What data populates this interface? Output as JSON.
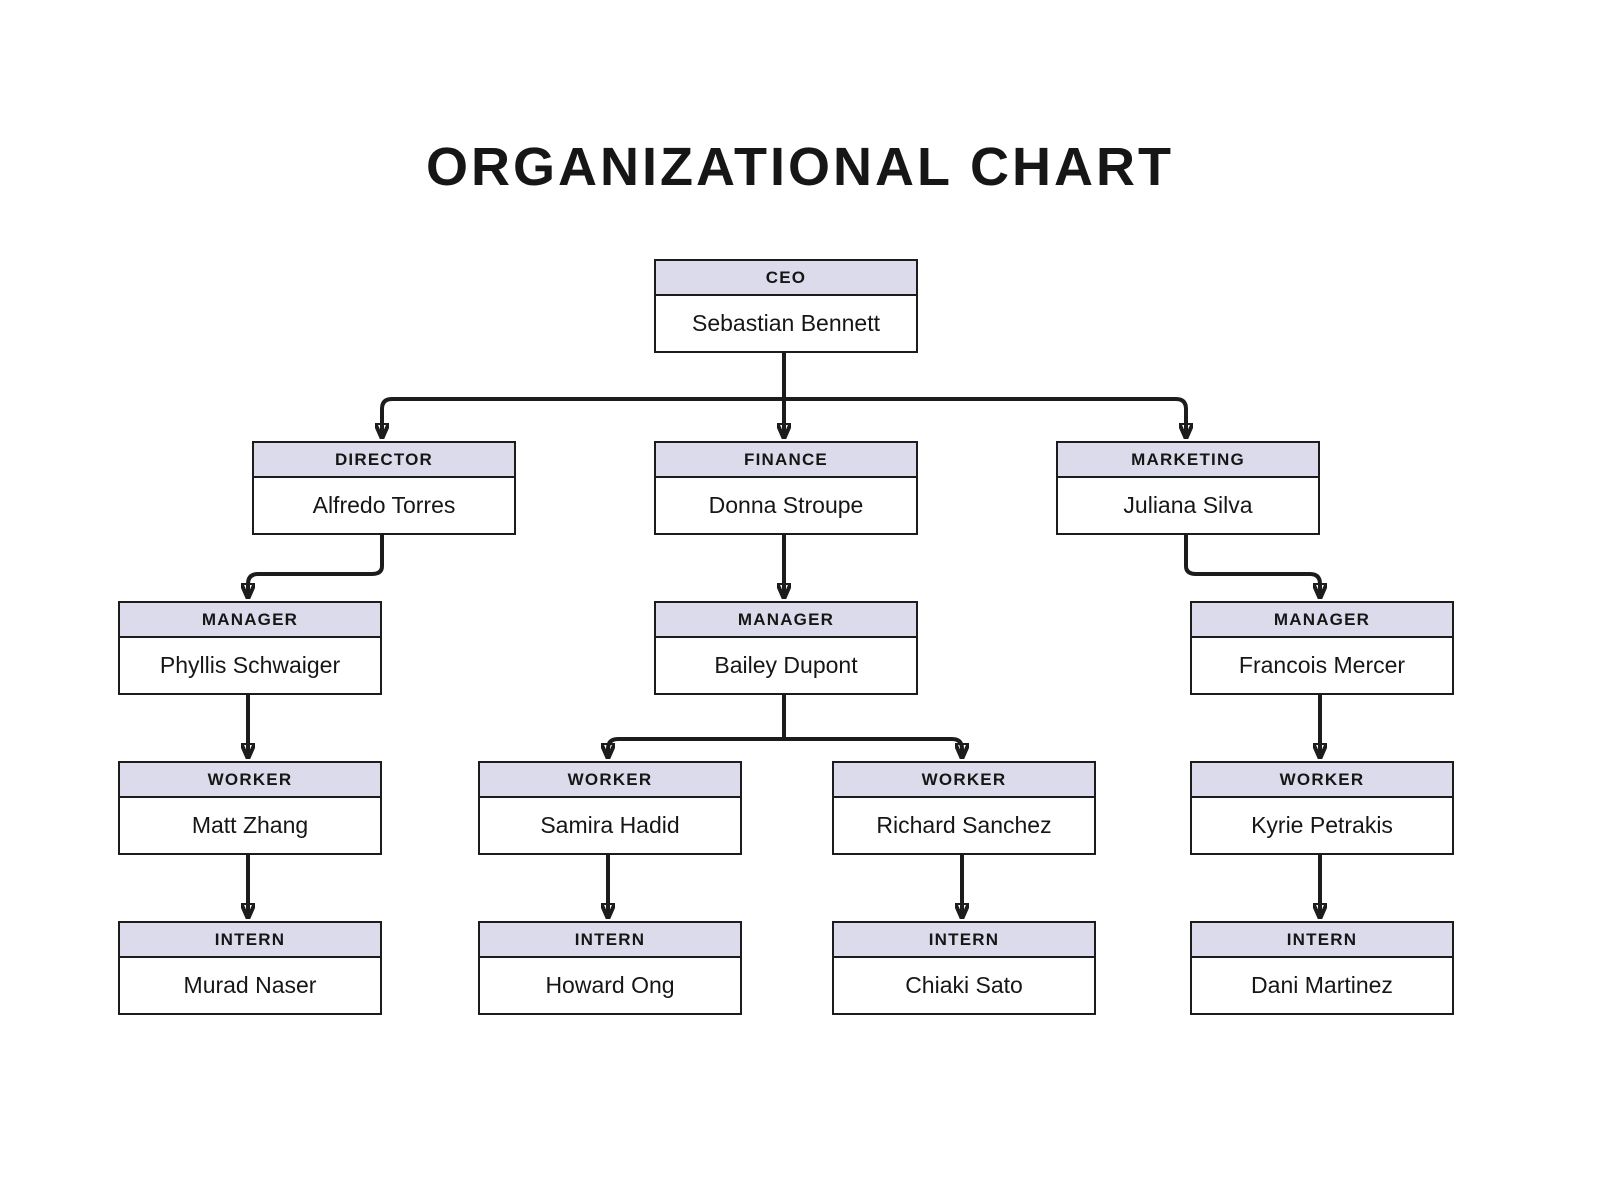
{
  "title": "ORGANIZATIONAL CHART",
  "colors": {
    "background": "#ffffff",
    "header_bg": "#dcdbec",
    "line": "#1c1c1c",
    "ink": "#161616"
  },
  "nodes": {
    "ceo": {
      "role": "CEO",
      "name": "Sebastian Bennett"
    },
    "director": {
      "role": "DIRECTOR",
      "name": "Alfredo Torres"
    },
    "finance": {
      "role": "FINANCE",
      "name": "Donna Stroupe"
    },
    "marketing": {
      "role": "MARKETING",
      "name": "Juliana Silva"
    },
    "manager_director": {
      "role": "MANAGER",
      "name": "Phyllis Schwaiger"
    },
    "manager_finance": {
      "role": "MANAGER",
      "name": "Bailey Dupont"
    },
    "manager_marketing": {
      "role": "MANAGER",
      "name": "Francois Mercer"
    },
    "worker_director": {
      "role": "WORKER",
      "name": "Matt Zhang"
    },
    "worker_finance_1": {
      "role": "WORKER",
      "name": "Samira Hadid"
    },
    "worker_finance_2": {
      "role": "WORKER",
      "name": "Richard Sanchez"
    },
    "worker_marketing": {
      "role": "WORKER",
      "name": "Kyrie Petrakis"
    },
    "intern_director": {
      "role": "INTERN",
      "name": "Murad Naser"
    },
    "intern_finance_1": {
      "role": "INTERN",
      "name": "Howard Ong"
    },
    "intern_finance_2": {
      "role": "INTERN",
      "name": "Chiaki Sato"
    },
    "intern_marketing": {
      "role": "INTERN",
      "name": "Dani Martinez"
    }
  },
  "edges": [
    {
      "from": "ceo",
      "to": "director"
    },
    {
      "from": "ceo",
      "to": "finance"
    },
    {
      "from": "ceo",
      "to": "marketing"
    },
    {
      "from": "director",
      "to": "manager_director"
    },
    {
      "from": "finance",
      "to": "manager_finance"
    },
    {
      "from": "marketing",
      "to": "manager_marketing"
    },
    {
      "from": "manager_director",
      "to": "worker_director"
    },
    {
      "from": "manager_finance",
      "to": "worker_finance_1"
    },
    {
      "from": "manager_finance",
      "to": "worker_finance_2"
    },
    {
      "from": "manager_marketing",
      "to": "worker_marketing"
    },
    {
      "from": "worker_director",
      "to": "intern_director"
    },
    {
      "from": "worker_finance_1",
      "to": "intern_finance_1"
    },
    {
      "from": "worker_finance_2",
      "to": "intern_finance_2"
    },
    {
      "from": "worker_marketing",
      "to": "intern_marketing"
    }
  ]
}
